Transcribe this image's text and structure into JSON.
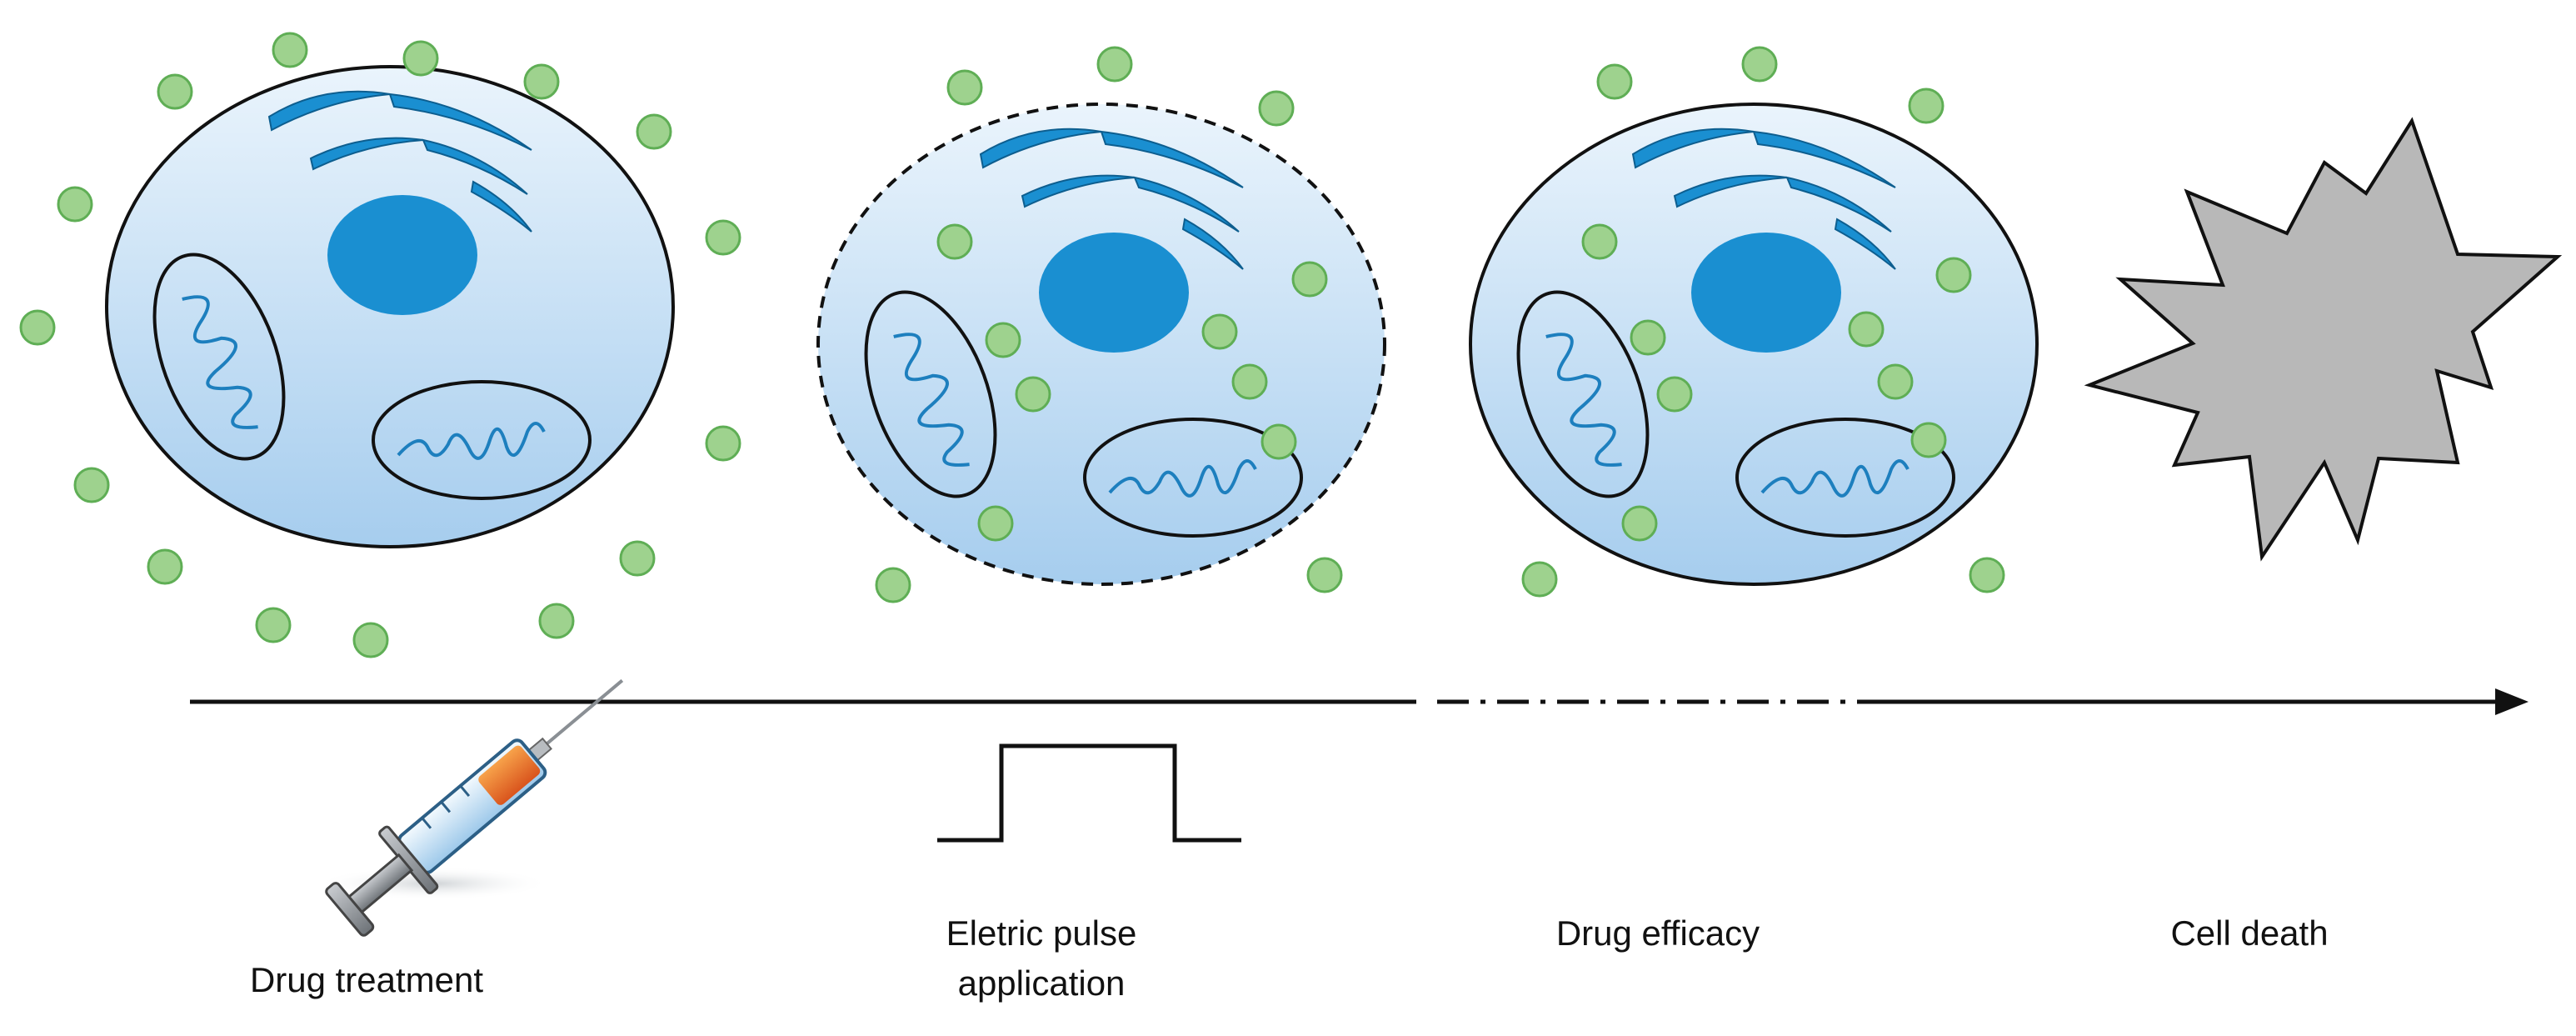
{
  "stages": [
    {
      "label_lines": [
        "Drug treatment"
      ]
    },
    {
      "label_lines": [
        "Eletric pulse",
        "application"
      ]
    },
    {
      "label_lines": [
        "Drug efficacy"
      ]
    },
    {
      "label_lines": [
        "Cell death"
      ]
    }
  ],
  "colors": {
    "cytoplasm_fill_top": "#e6f1fb",
    "cytoplasm_fill_bottom": "#a9cfee",
    "organelle_blue": "#1a8fd1",
    "drug_particle": "#9ed28e",
    "drug_particle_stroke": "#5fae55",
    "dead_cell": "#b8b8b8",
    "outline": "#111111"
  },
  "icons": [
    "syringe-icon",
    "square-pulse-icon"
  ]
}
